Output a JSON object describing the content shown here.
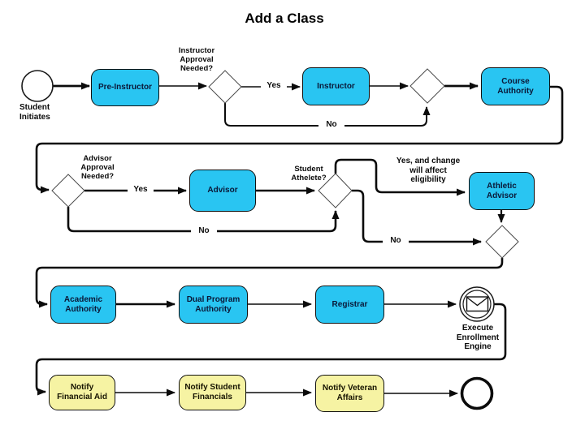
{
  "title": "Add a Class",
  "colors": {
    "task_fill": "#29c5f2",
    "notify_fill": "#f6f3a3",
    "line": "#111111"
  },
  "nodes": {
    "start_label": "Student\nInitiates",
    "pre_instructor": "Pre-Instructor",
    "instructor": "Instructor",
    "course_authority": "Course\nAuthority",
    "advisor": "Advisor",
    "athletic_advisor": "Athletic\nAdvisor",
    "academic_authority": "Academic\nAuthority",
    "dual_program_authority": "Dual Program\nAuthority",
    "registrar": "Registrar",
    "execute_enrollment_engine": "Execute\nEnrollment\nEngine",
    "notify_financial_aid": "Notify\nFinancial Aid",
    "notify_student_financials": "Notify Student\nFinancials",
    "notify_veteran_affairs": "Notify Veteran\nAffairs"
  },
  "gateways": {
    "instructor_approval": "Instructor\nApproval\nNeeded?",
    "advisor_approval": "Advisor\nApproval\nNeeded?",
    "student_athlete": "Student\nAthelete?"
  },
  "edge_labels": {
    "instructor_yes": "Yes",
    "instructor_no": "No",
    "advisor_yes": "Yes",
    "advisor_no": "No",
    "athlete_yes": "Yes, and change\nwill affect\neligibility",
    "athlete_no": "No"
  }
}
